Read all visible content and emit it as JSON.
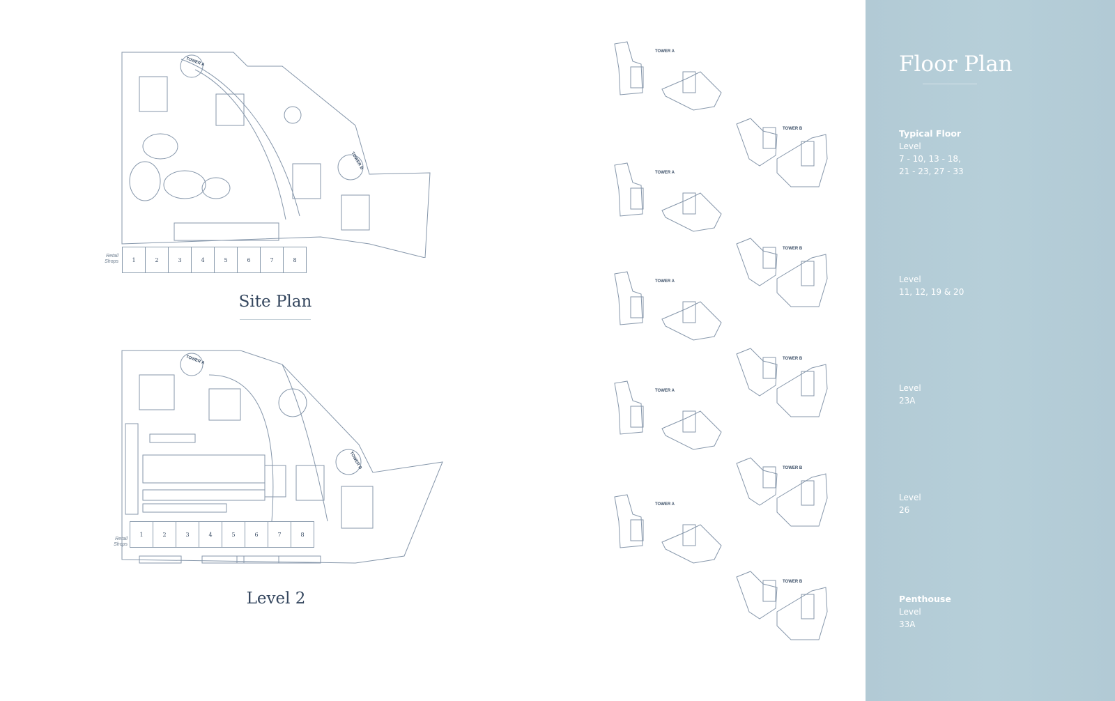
{
  "panel": {
    "title": "Floor Plan",
    "sections": [
      {
        "heading": "Typical Floor",
        "label": "Level",
        "lines": [
          "7 - 10, 13 - 18,",
          "21 - 23, 27 - 33"
        ]
      },
      {
        "label": "Level",
        "lines": [
          "11, 12, 19 & 20"
        ]
      },
      {
        "label": "Level",
        "lines": [
          "23A"
        ]
      },
      {
        "label": "Level",
        "lines": [
          "26"
        ]
      },
      {
        "heading": "Penthouse",
        "label": "Level",
        "lines": [
          "33A"
        ]
      }
    ]
  },
  "site_plan": {
    "title": "Site Plan",
    "retail_label": "Retail Shops",
    "shops": [
      "1",
      "2",
      "3",
      "4",
      "5",
      "6",
      "7",
      "8"
    ],
    "tower_a": "TOWER A",
    "tower_b": "TOWER B"
  },
  "level2": {
    "title": "Level 2",
    "retail_label": "Retail Shops",
    "shops": [
      "1",
      "2",
      "3",
      "4",
      "5",
      "6",
      "7",
      "8"
    ],
    "tower_a": "TOWER A",
    "tower_b": "TOWER B"
  },
  "thumbs": {
    "tower_a": "TOWER A",
    "tower_b": "TOWER B"
  },
  "colors": {
    "panel": "#b3cbd6",
    "line": "#8596aa",
    "text": "#34465e"
  }
}
